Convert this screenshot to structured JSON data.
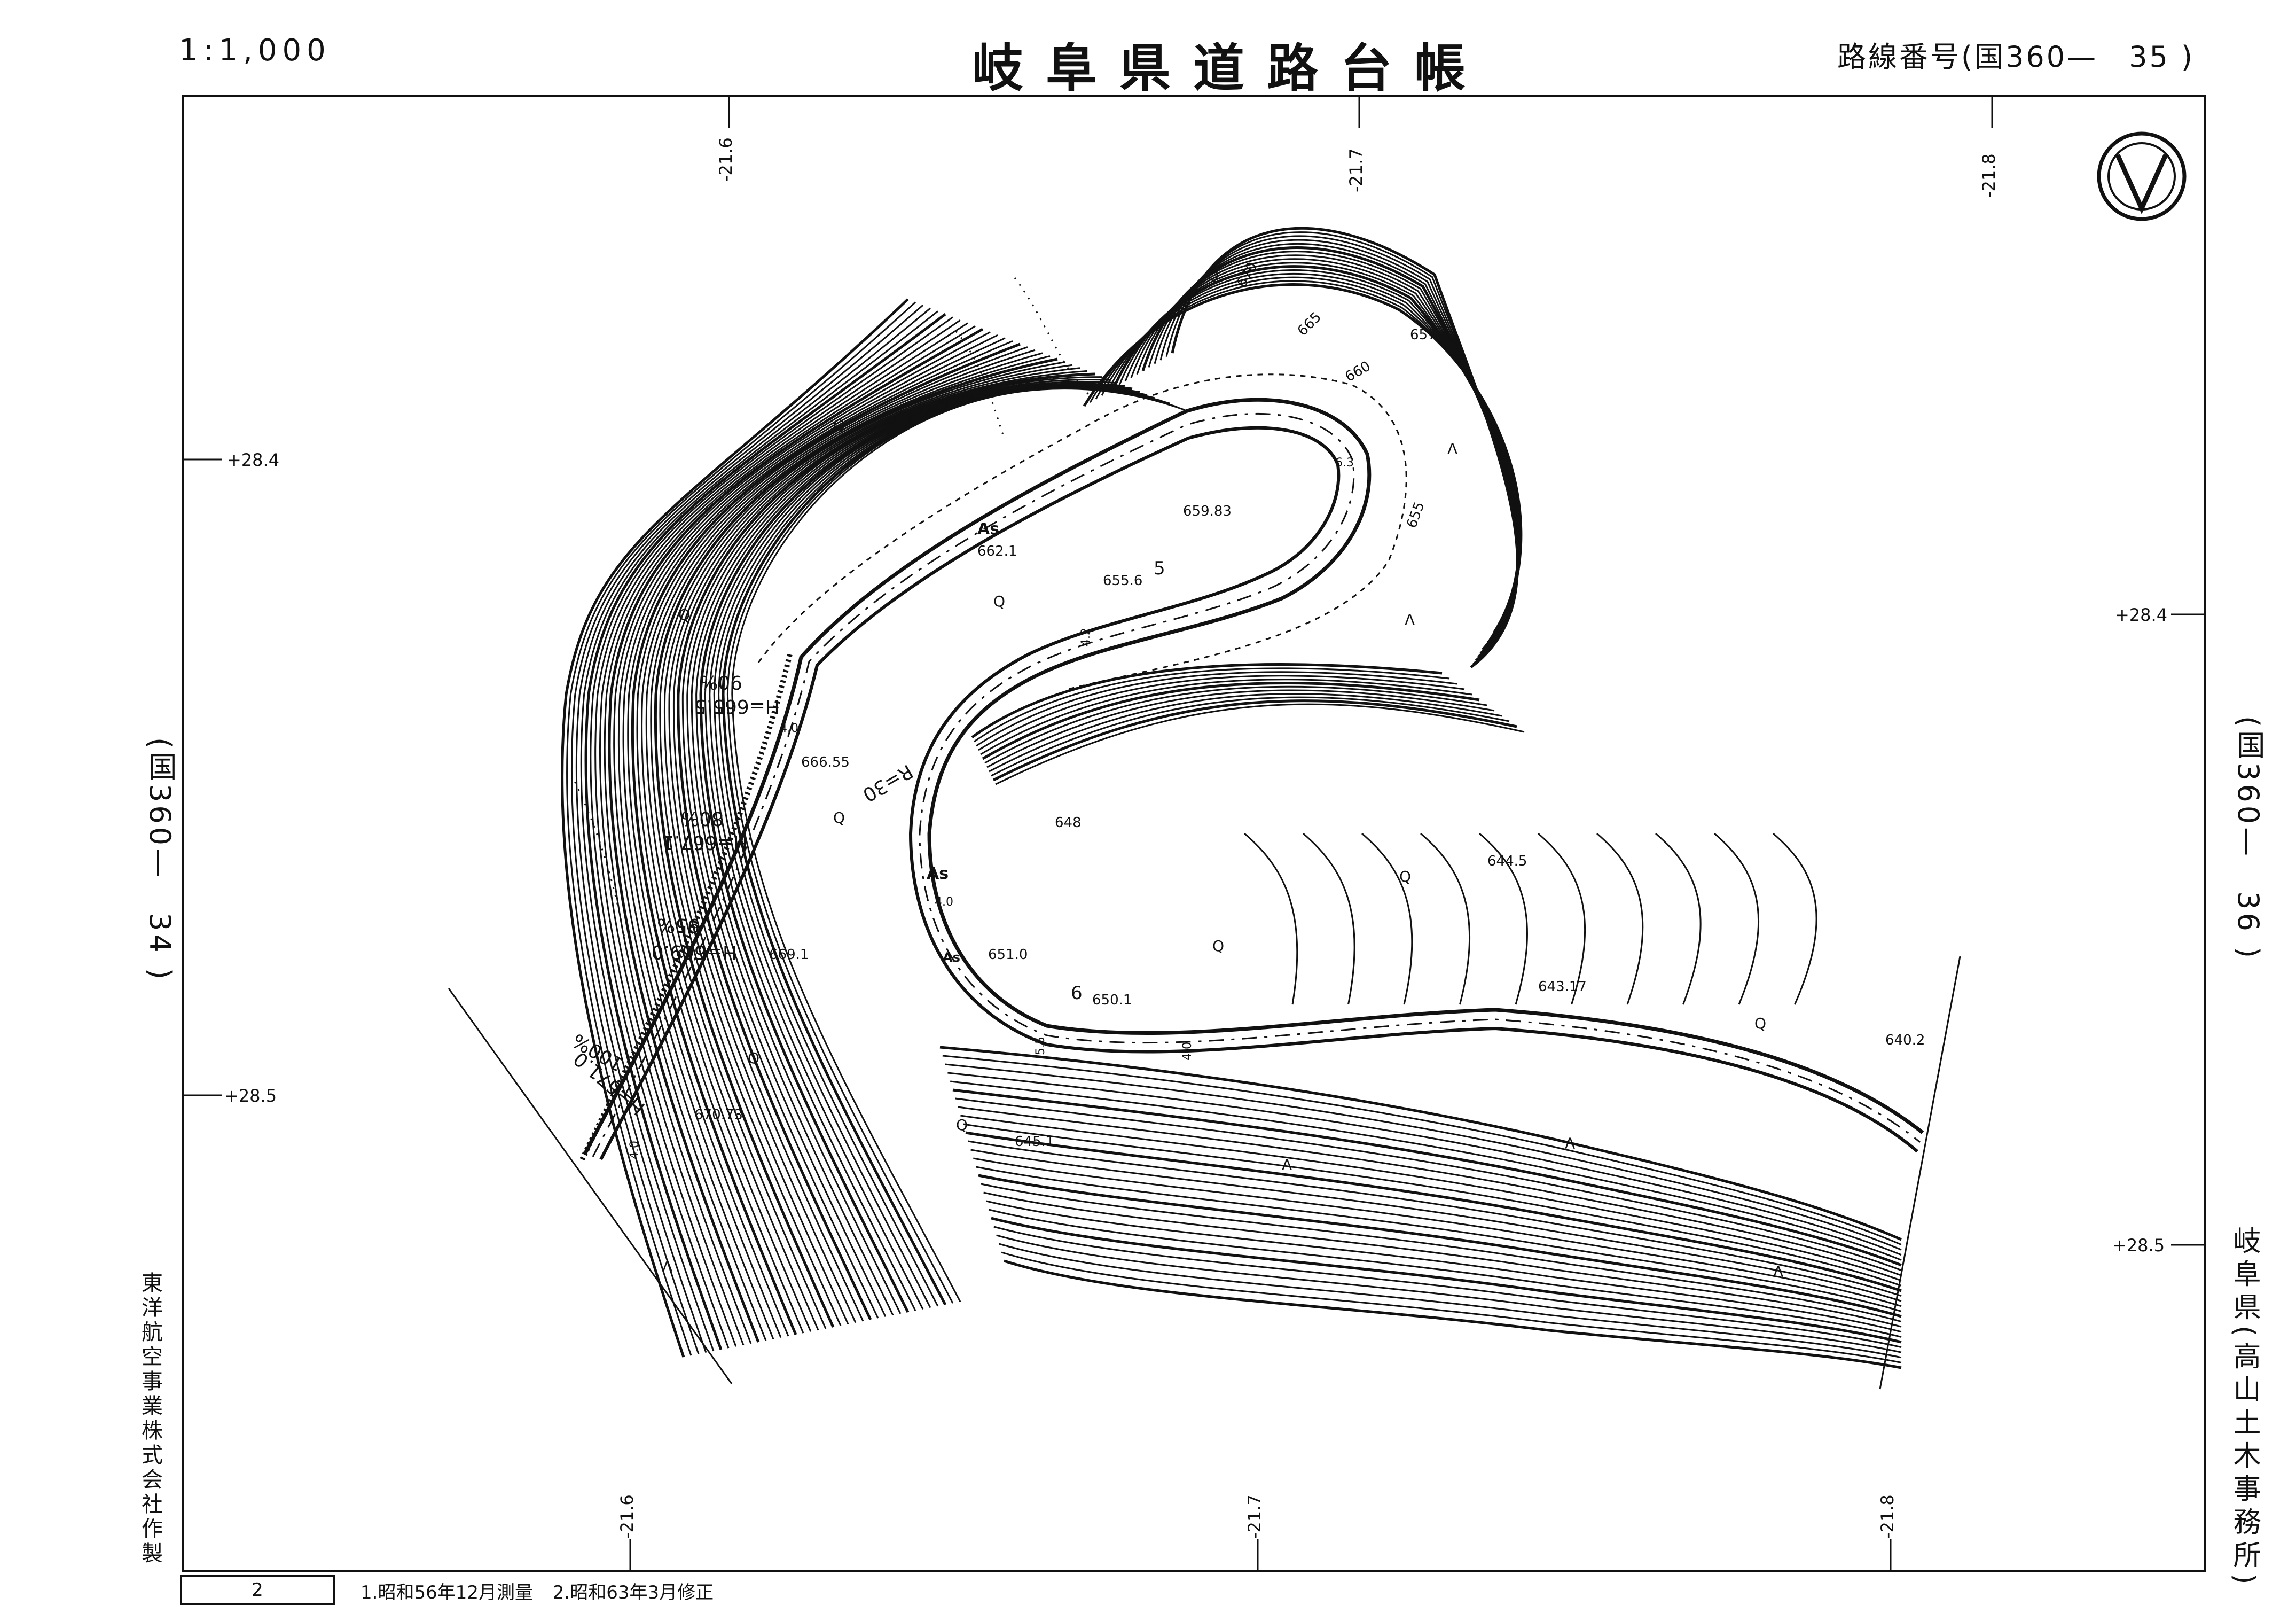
{
  "header": {
    "scale": "1:1,000",
    "title": "岐阜県道路台帳",
    "route_number": "路線番号(国360—　35 )"
  },
  "adjacent_sheets": {
    "left": "(国360—　34 )",
    "right": "(国360—　36 )"
  },
  "office": "岐阜県(高山土木事務所)",
  "company": "東洋航空事業株式会社作製",
  "sheet_number": "2",
  "survey_notes": [
    "1.昭和56年12月測量",
    "2.昭和63年3月修正"
  ],
  "grid_labels": {
    "top": [
      "-21.6",
      "-21.7",
      "-21.8"
    ],
    "bottom": [
      "-21.6",
      "-21.7",
      "-21.8"
    ],
    "left": [
      "+28.4",
      "+28.5"
    ],
    "right": [
      "+28.4",
      "+28.5"
    ]
  },
  "elevations": [
    "670",
    "665",
    "660",
    "657.4",
    "655",
    "662.1",
    "659.83",
    "655.6",
    "648",
    "644.5",
    "666.55",
    "669.1",
    "651.0",
    "650.1",
    "643.17",
    "640.2",
    "645.1",
    "670.73"
  ],
  "road_labels": {
    "grades": [
      "90%",
      "80%",
      "95%",
      "100%"
    ],
    "heights": [
      "H=665.5",
      "H=667.1",
      "H=669.0",
      "H=671.0"
    ],
    "curve_radius": "R=30",
    "widths": [
      "6.3",
      "4.2",
      "4.0",
      "5.5",
      "4.0",
      "4.0",
      "4.0"
    ],
    "surface": [
      "As",
      "As",
      "As"
    ],
    "section_marks": [
      "5",
      "6"
    ]
  },
  "colors": {
    "ink": "#111111",
    "paper": "#ffffff"
  }
}
